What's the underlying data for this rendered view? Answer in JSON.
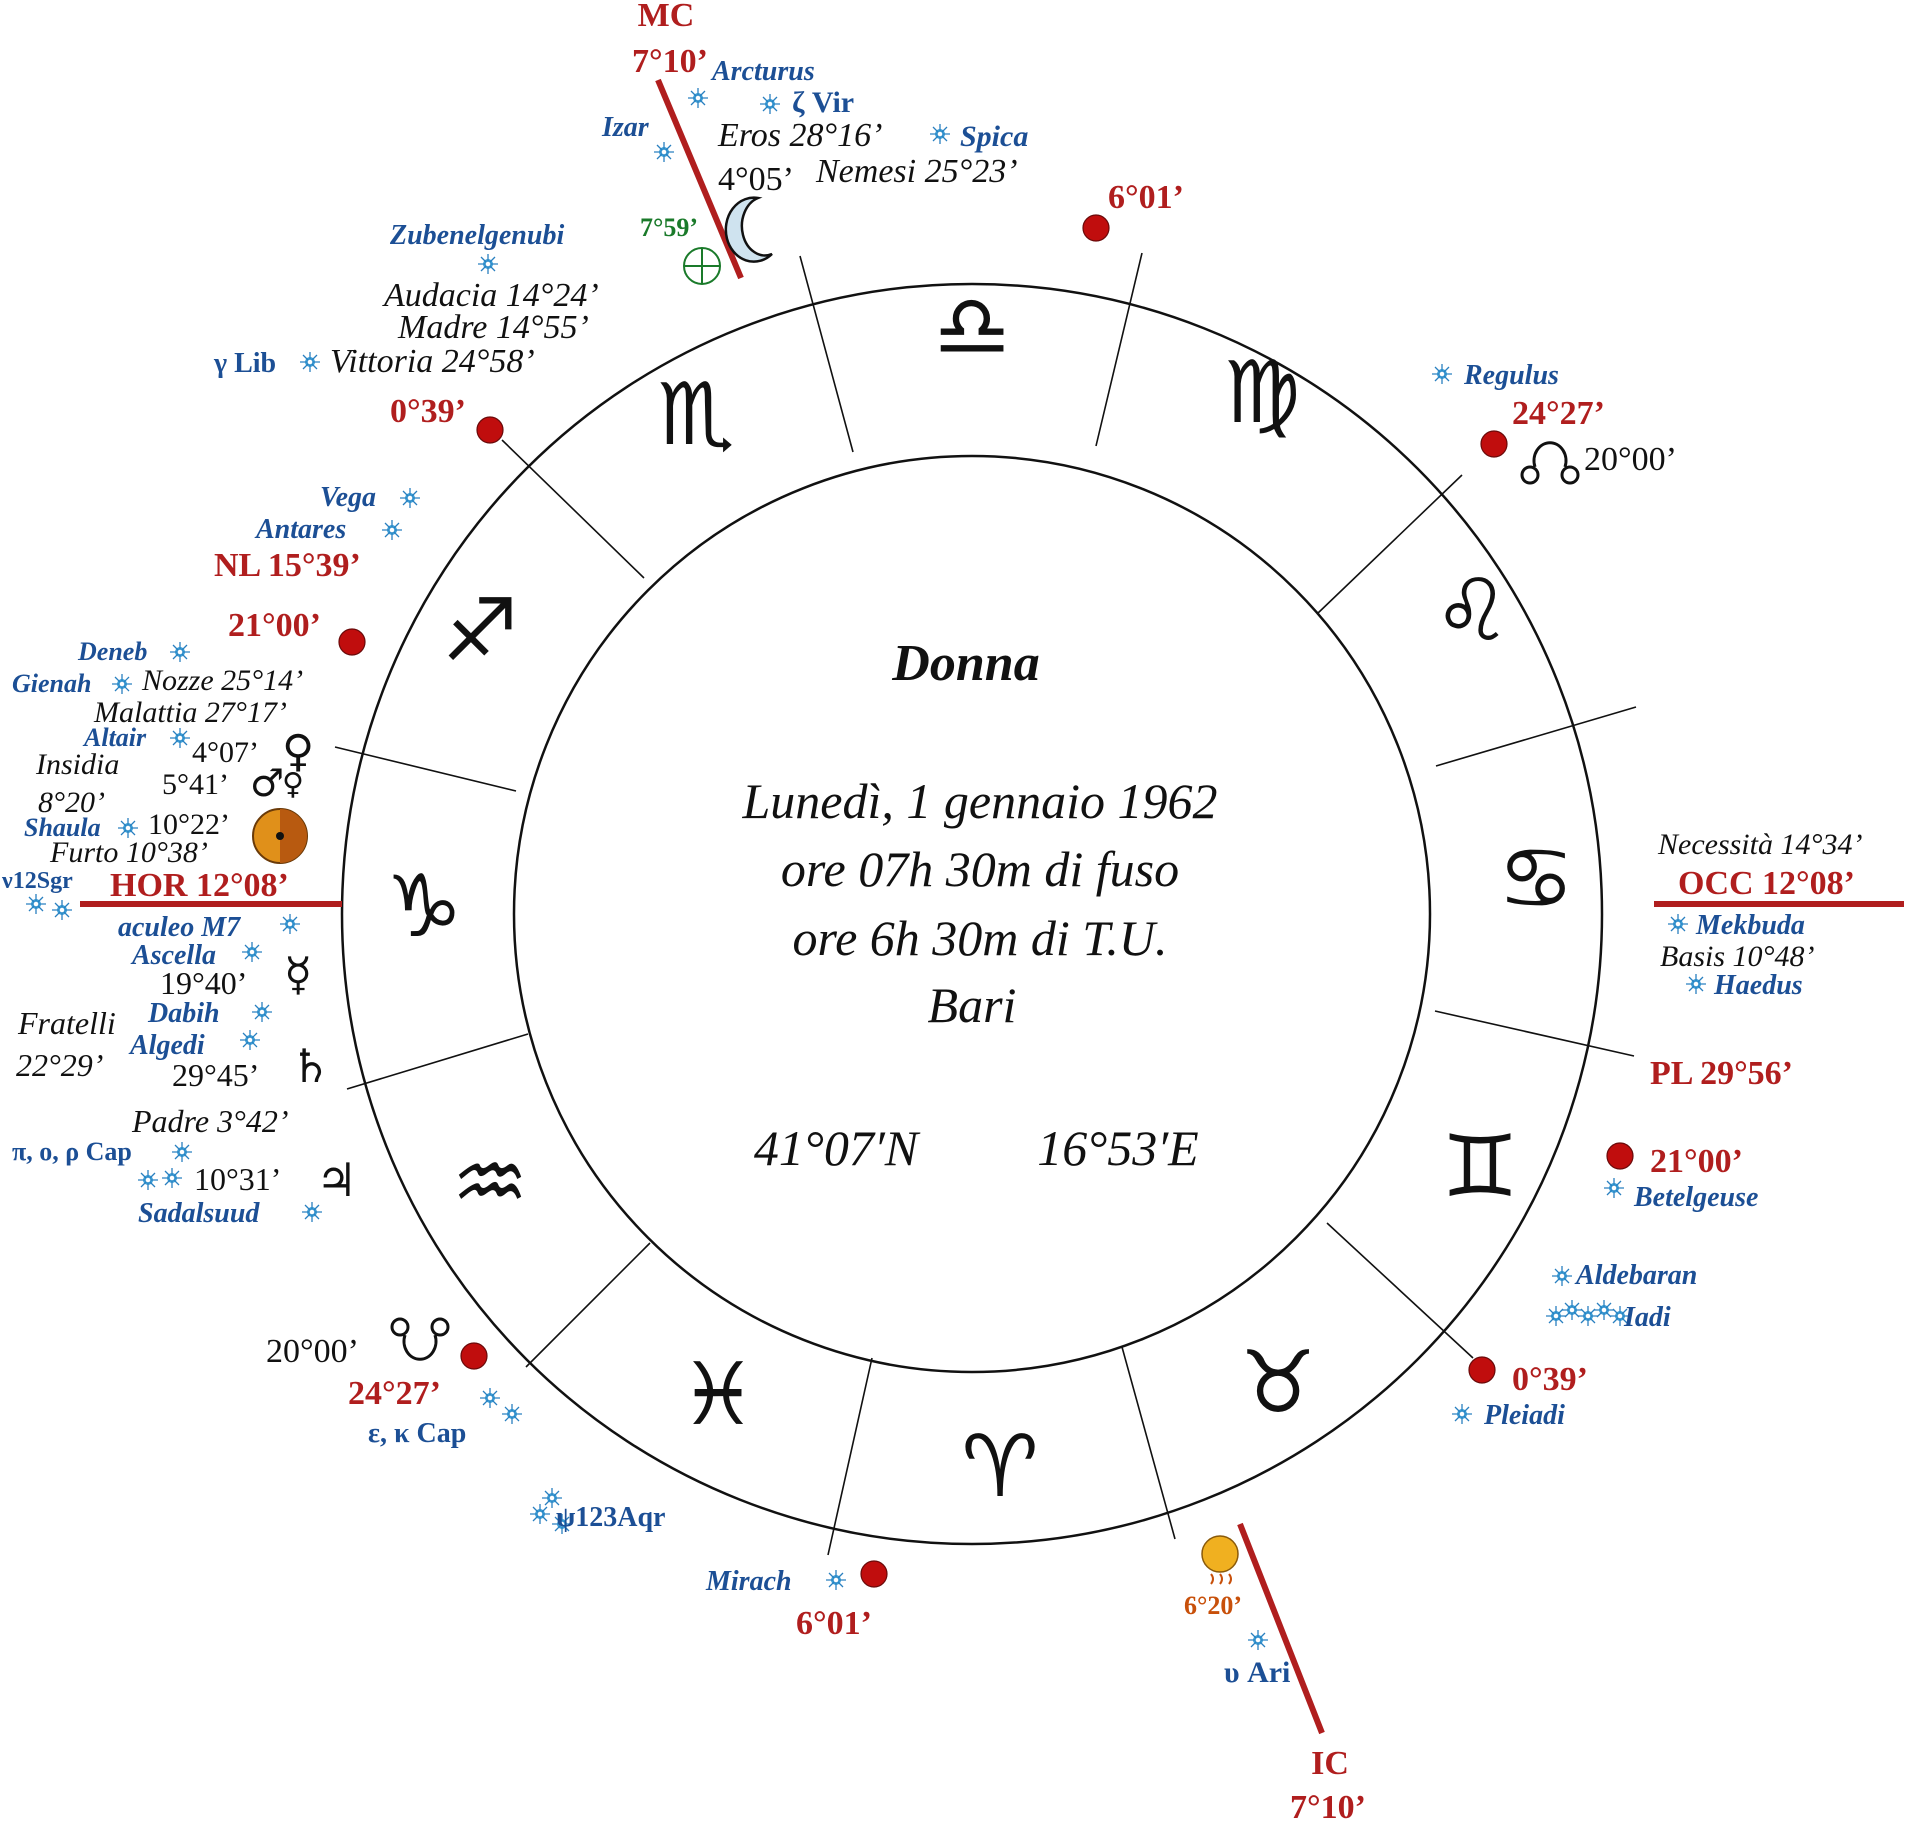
{
  "chart_title": "Donna",
  "center": {
    "date": "Lunedì, 1 gennaio 1962",
    "time_zone": "ore 07h 30m di fuso",
    "time_ut": "ore 6h 30m di T.U.",
    "place": "Bari",
    "lat": "41°07′N",
    "lon": "16°53′E"
  },
  "signs": [
    "♎",
    "♍",
    "♌",
    "♋",
    "♊",
    "♉",
    "♈",
    "♓",
    "♒",
    "♑",
    "♐",
    "♏"
  ],
  "signs_names": [
    "Libra",
    "Virgo",
    "Leo",
    "Cancer",
    "Gemini",
    "Taurus",
    "Aries",
    "Pisces",
    "Aquarius",
    "Capricorn",
    "Sagittarius",
    "Scorpio"
  ],
  "axes": {
    "mc": {
      "name": "MC",
      "deg": "7°10’"
    },
    "ic": {
      "name": "IC",
      "deg": "7°10’"
    },
    "hor": "HOR 12°08’",
    "occ": "OCC 12°08’"
  },
  "cusps": {
    "c1": "6°01’",
    "c2": "24°27’",
    "c3": "21°00’",
    "c4": "0°39’",
    "c5": "6°01’",
    "c6": "24°27’",
    "c7": "21°00’",
    "c8": "0°39’"
  },
  "lunations": {
    "nl": "NL 15°39’",
    "pl": "PL 29°56’"
  },
  "nodes": {
    "north": "20°00’",
    "south": "20°00’"
  },
  "planets": {
    "moon": "4°05’",
    "part_fortune": "7°59’",
    "venus": "4°07’",
    "mars": "5°41’",
    "sun": "10°22’",
    "mercury": "19°40’",
    "saturn": "29°45’",
    "jupiter": "10°31’",
    "uranus": "6°20’"
  },
  "parts": {
    "eros": "Eros 28°16’",
    "nemesi": "Nemesi 25°23’",
    "audacia": "Audacia 14°24’",
    "madre": "Madre 14°55’",
    "vittoria": "Vittoria 24°58’",
    "nozze": "Nozze 25°14’",
    "malattia": "Malattia 27°17’",
    "insidia": "Insidia",
    "insidia_deg": "8°20’",
    "furto": "Furto 10°38’",
    "fratelli": "Fratelli",
    "fratelli_deg": "22°29’",
    "padre": "Padre 3°42’",
    "necessita": "Necessità 14°34’",
    "basis": "Basis 10°48’"
  },
  "stars": {
    "arcturus": "Arcturus",
    "zeta_vir": "ζ Vir",
    "izar": "Izar",
    "spica": "Spica",
    "zubenelgenubi": "Zubenelgenubi",
    "gamma_lib": "γ Lib",
    "vega": "Vega",
    "antares": "Antares",
    "deneb": "Deneb",
    "gienah": "Gienah",
    "altair": "Altair",
    "shaula": "Shaula",
    "nu_sgr": "ν12Sgr",
    "aculeo": "aculeo M7",
    "ascella": "Ascella",
    "dabih": "Dabih",
    "algedi": "Algedi",
    "pi_cap": "π, ο, ρ Cap",
    "sadalsuud": "Sadalsuud",
    "eps_cap": "ε, κ Cap",
    "psi_aqr": "ψ123Aqr",
    "mirach": "Mirach",
    "upsilon_ari": "υ Ari",
    "pleiadi": "Pleiadi",
    "iadi": "Iadi",
    "aldebaran": "Aldebaran",
    "betelgeuse": "Betelgeuse",
    "haedus": "Haedus",
    "mekbuda": "Mekbuda",
    "regulus": "Regulus"
  },
  "colors": {
    "axis_red": "#b01e1e",
    "cusp_dot": "#c00d0d",
    "star_blue": "#1c4f95",
    "star_icon": "#3aa0d8",
    "pof_green": "#1a7a2a",
    "sun_orange": "#e0901a",
    "uranus_orange": "#c8500a"
  }
}
